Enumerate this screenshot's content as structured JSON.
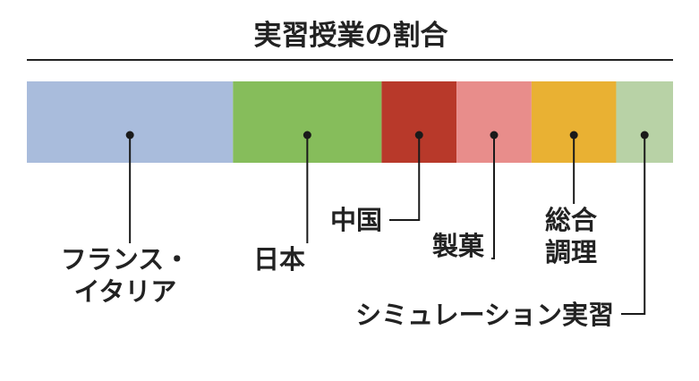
{
  "chart_data": {
    "type": "bar",
    "orientation": "horizontal-stacked-100",
    "title": "実習授業の割合",
    "xlabel": "",
    "ylabel": "",
    "xlim": [
      0,
      100
    ],
    "grid": false,
    "legend": "none",
    "categories": [
      "フランス・イタリア",
      "日本",
      "中国",
      "製菓",
      "総合調理",
      "シミュレーション実習"
    ],
    "labels": [
      [
        "フランス・",
        "イタリア"
      ],
      [
        "日本"
      ],
      [
        "中国"
      ],
      [
        "製菓"
      ],
      [
        "総合",
        "調理"
      ],
      [
        "シミュレーション実習"
      ]
    ],
    "values": [
      31.9,
      23.0,
      11.6,
      11.6,
      13.1,
      8.8
    ],
    "colors": [
      "#a9bcdc",
      "#86bd5b",
      "#b8392a",
      "#e88d8b",
      "#e9b133",
      "#b8d2a6"
    ]
  }
}
